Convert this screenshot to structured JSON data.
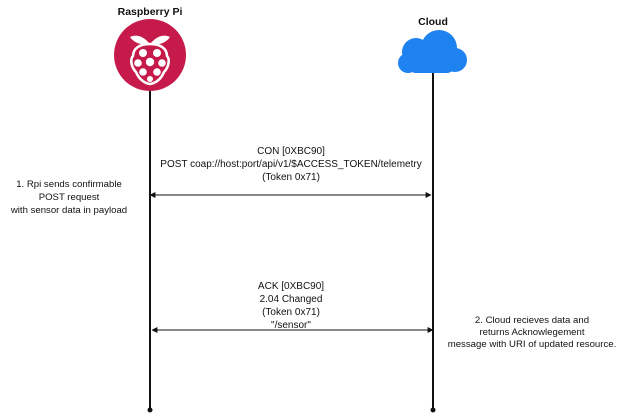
{
  "actors": {
    "raspberry_pi": {
      "title": "Raspberry Pi",
      "icon": "raspberry-pi-logo",
      "color": "#C51A4A"
    },
    "cloud": {
      "title": "Cloud",
      "icon": "cloud-icon",
      "color": "#1E82F0"
    }
  },
  "messages": {
    "request": {
      "line1": "CON [0XBC90]",
      "line2": "POST coap://host:port/api/v1/$ACCESS_TOKEN/telemetry",
      "line3": "(Token 0x71)"
    },
    "response": {
      "line1": "ACK [0XBC90]",
      "line2": "2.04 Changed",
      "line3": "(Token 0x71)",
      "line4": "\"/sensor\""
    }
  },
  "notes": {
    "step1": {
      "line1": "1. Rpi sends confirmable",
      "line2": "POST request",
      "line3": "with sensor data in payload"
    },
    "step2": {
      "line1": "2. Cloud recieves data and",
      "line2": "returns Acknowlegement",
      "line3": "message with URI of updated resource."
    }
  }
}
